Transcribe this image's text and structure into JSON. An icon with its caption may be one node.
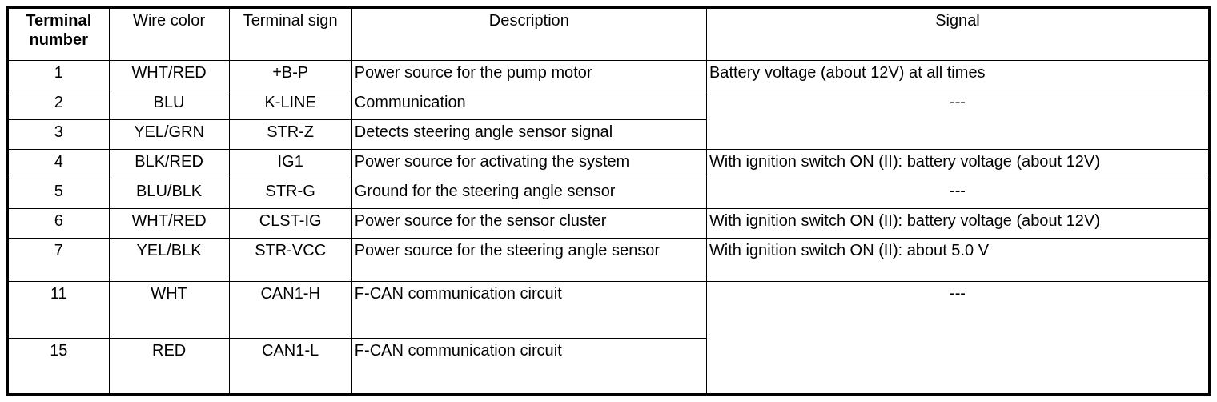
{
  "diagram": {
    "labels": [
      "Terminal number",
      "Wire color",
      "Terminal sign",
      "Description",
      "Signal",
      "1",
      "WHT/RED",
      "+B-P",
      "Power source for the pump motor",
      "Battery voltage (about 12V) at all times",
      "2",
      "BLU",
      "K-LINE",
      "Communication",
      "---",
      "3",
      "YEL/GRN",
      "STR-Z",
      "Detects steering angle sensor signal",
      "4",
      "BLK/RED",
      "IG1",
      "Power source for activating the system",
      "With ignition switch ON (II): battery voltage (about 12V)",
      "5",
      "BLU/BLK",
      "STR-G",
      "Ground for the steering angle sensor",
      "---",
      "6",
      "WHT/RED",
      "CLST-IG",
      "Power source for the sensor cluster",
      "With ignition switch ON (II): battery voltage (about 12V)",
      "7",
      "YEL/BLK",
      "STR-VCC",
      "Power source for the steering angle sensor",
      "With ignition switch ON (II): about 5.0 V",
      "11",
      "WHT",
      "CAN1-H",
      "F-CAN communication circuit",
      "---",
      "15",
      "RED",
      "CAN1-L",
      "F-CAN communication circuit"
    ]
  }
}
